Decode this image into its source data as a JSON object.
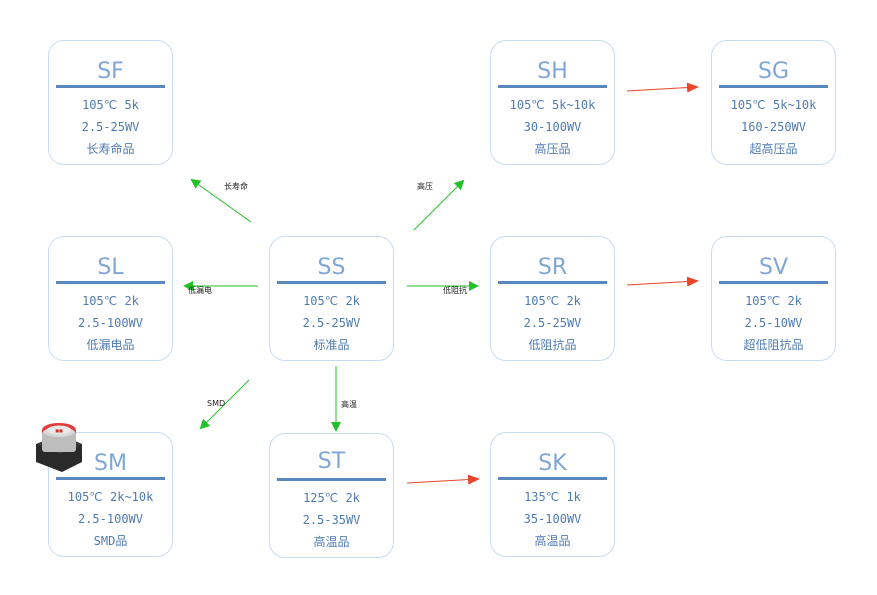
{
  "nodes": {
    "sf": {
      "title": "SF",
      "l1": "105℃ 5k",
      "l2": "2.5-25WV",
      "l3": "长寿命品"
    },
    "sh": {
      "title": "SH",
      "l1": "105℃ 5k~10k",
      "l2": "30-100WV",
      "l3": "高压品"
    },
    "sg": {
      "title": "SG",
      "l1": "105℃ 5k~10k",
      "l2": "160-250WV",
      "l3": "超高压品"
    },
    "sl": {
      "title": "SL",
      "l1": "105℃ 2k",
      "l2": "2.5-100WV",
      "l3": "低漏电品"
    },
    "ss": {
      "title": "SS",
      "l1": "105℃ 2k",
      "l2": "2.5-25WV",
      "l3": "标准品"
    },
    "sr": {
      "title": "SR",
      "l1": "105℃ 2k",
      "l2": "2.5-25WV",
      "l3": "低阻抗品"
    },
    "sv": {
      "title": "SV",
      "l1": "105℃ 2k",
      "l2": "2.5-10WV",
      "l3": "超低阻抗品"
    },
    "sm": {
      "title": "SM",
      "l1": "105℃ 2k~10k",
      "l2": "2.5-100WV",
      "l3": "SMD品"
    },
    "st": {
      "title": "ST",
      "l1": "125℃ 2k",
      "l2": "2.5-35WV",
      "l3": "高温品"
    },
    "sk": {
      "title": "SK",
      "l1": "135℃ 1k",
      "l2": "35-100WV",
      "l3": "高温品"
    }
  },
  "edge_labels": {
    "long_life": "长寿命",
    "high_voltage": "高压",
    "low_leakage": "低漏电",
    "low_impedance": "低阻抗",
    "smd": "SMD",
    "high_temp": "高温"
  },
  "colors": {
    "green_arrow": "#22c12a",
    "red_arrow": "#e8452a",
    "node_border": "#c9dcef",
    "title": "#7fa6d4",
    "bar": "#5b87bf",
    "text": "#4f7bb1"
  },
  "icons": {
    "chip": "capacitor-chip-icon"
  }
}
